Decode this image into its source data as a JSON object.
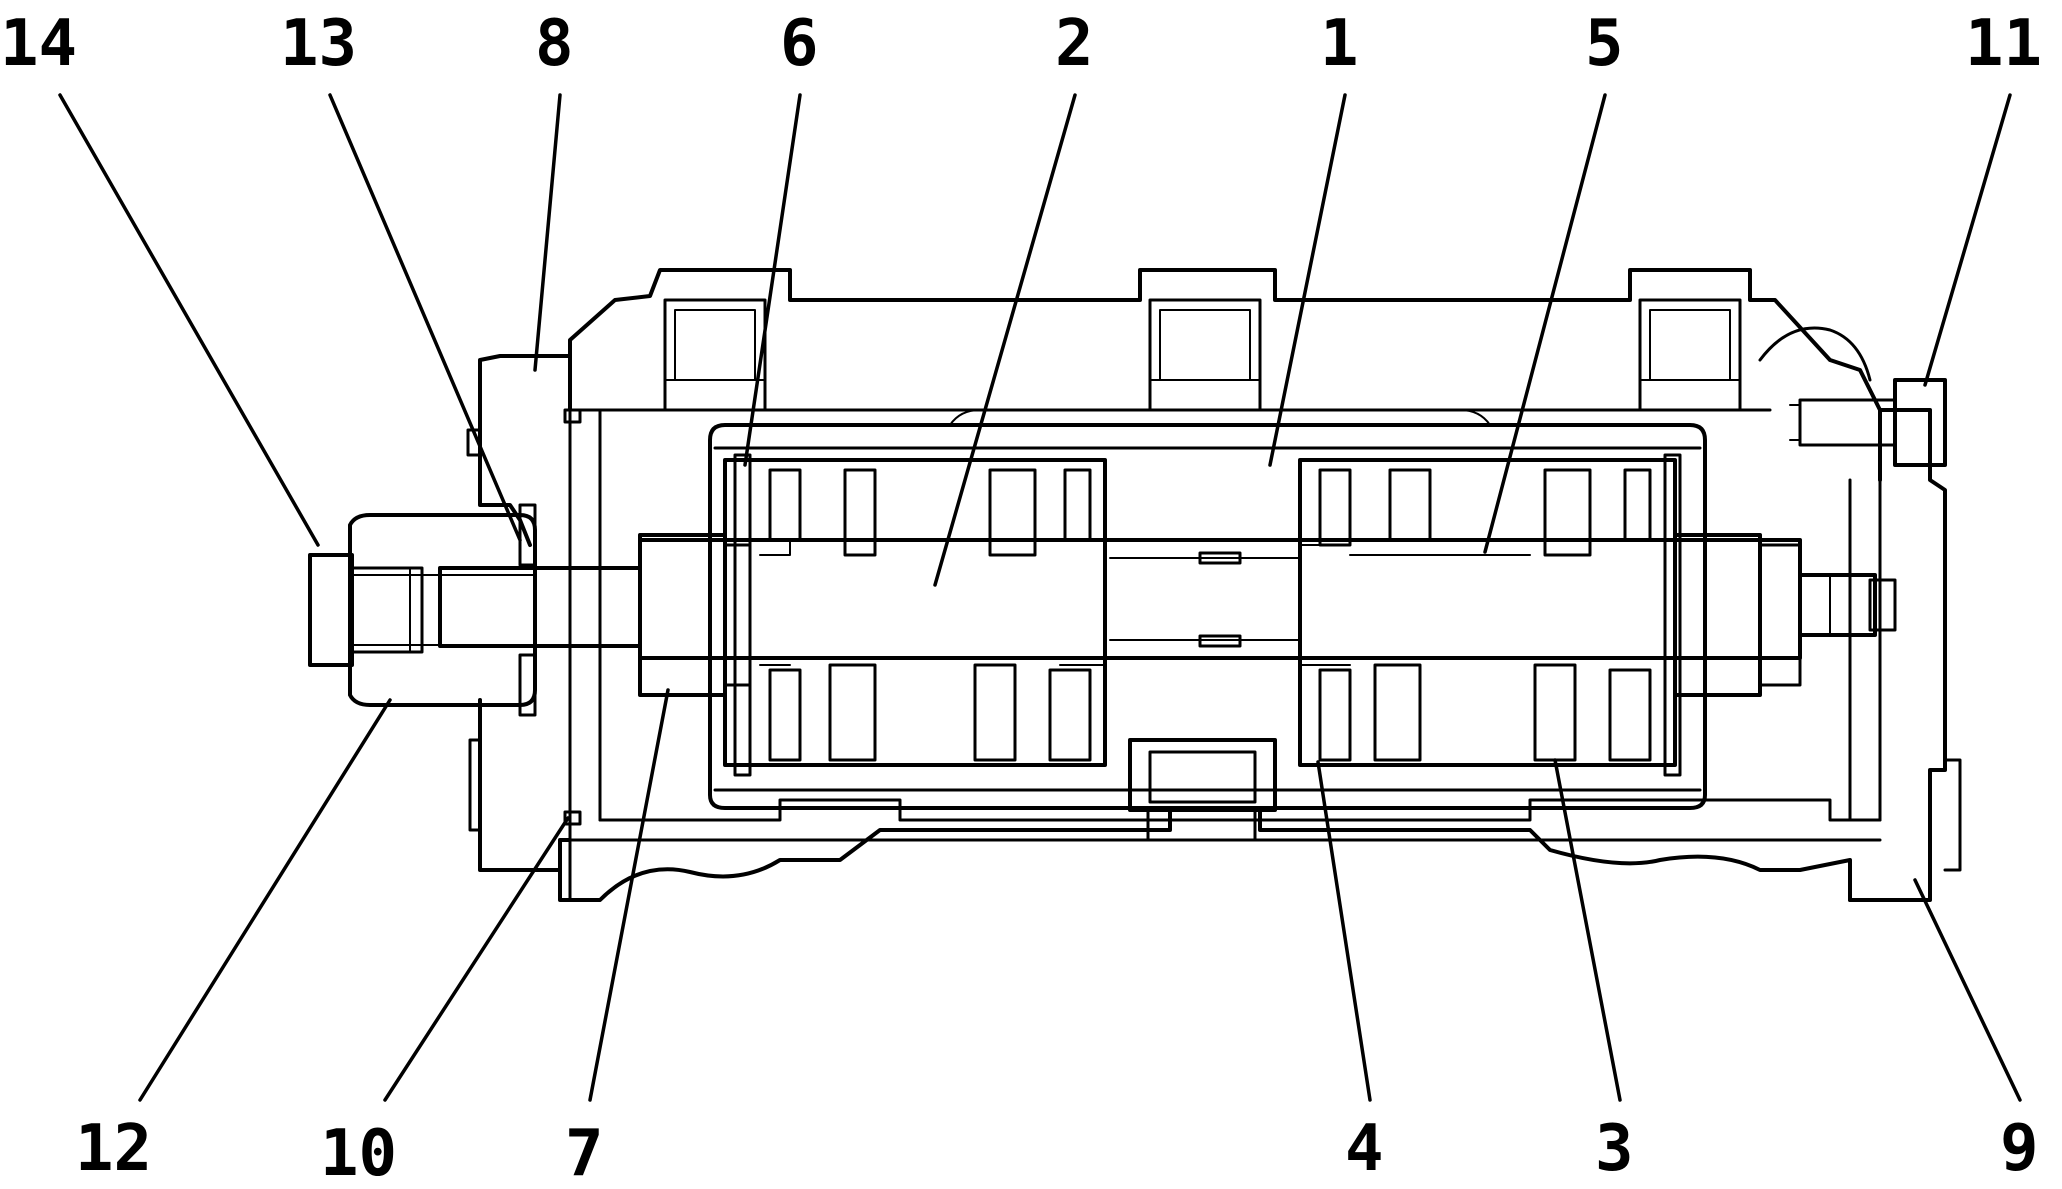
{
  "callouts": [
    {
      "id": "c14",
      "text": "14"
    },
    {
      "id": "c13",
      "text": "13"
    },
    {
      "id": "c8",
      "text": "8"
    },
    {
      "id": "c6",
      "text": "6"
    },
    {
      "id": "c2",
      "text": "2"
    },
    {
      "id": "c1",
      "text": "1"
    },
    {
      "id": "c5",
      "text": "5"
    },
    {
      "id": "c11",
      "text": "11"
    },
    {
      "id": "c12",
      "text": "12"
    },
    {
      "id": "c10",
      "text": "10"
    },
    {
      "id": "c7",
      "text": "7"
    },
    {
      "id": "c4",
      "text": "4"
    },
    {
      "id": "c3",
      "text": "3"
    },
    {
      "id": "c9",
      "text": "9"
    }
  ]
}
